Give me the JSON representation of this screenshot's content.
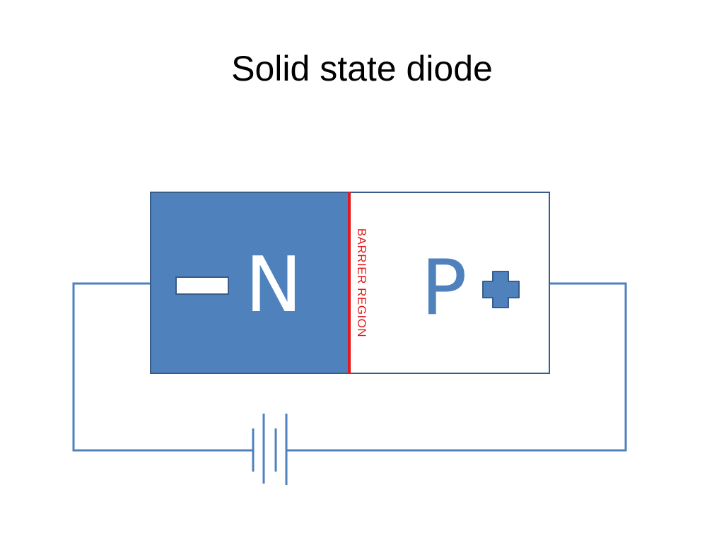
{
  "title": "Solid state diode",
  "n_region": {
    "letter": "N",
    "sign_icon": "minus-icon"
  },
  "p_region": {
    "letter": "P",
    "sign_icon": "plus-icon"
  },
  "barrier": {
    "label": "BARRIER REGION"
  },
  "battery_icon": "battery-icon",
  "colors": {
    "n_fill": "#4f81bd",
    "outline": "#385d8a",
    "wire": "#4f81bd",
    "barrier": "#e31a1c",
    "n_text": "#ffffff",
    "p_text": "#4f81bd"
  }
}
